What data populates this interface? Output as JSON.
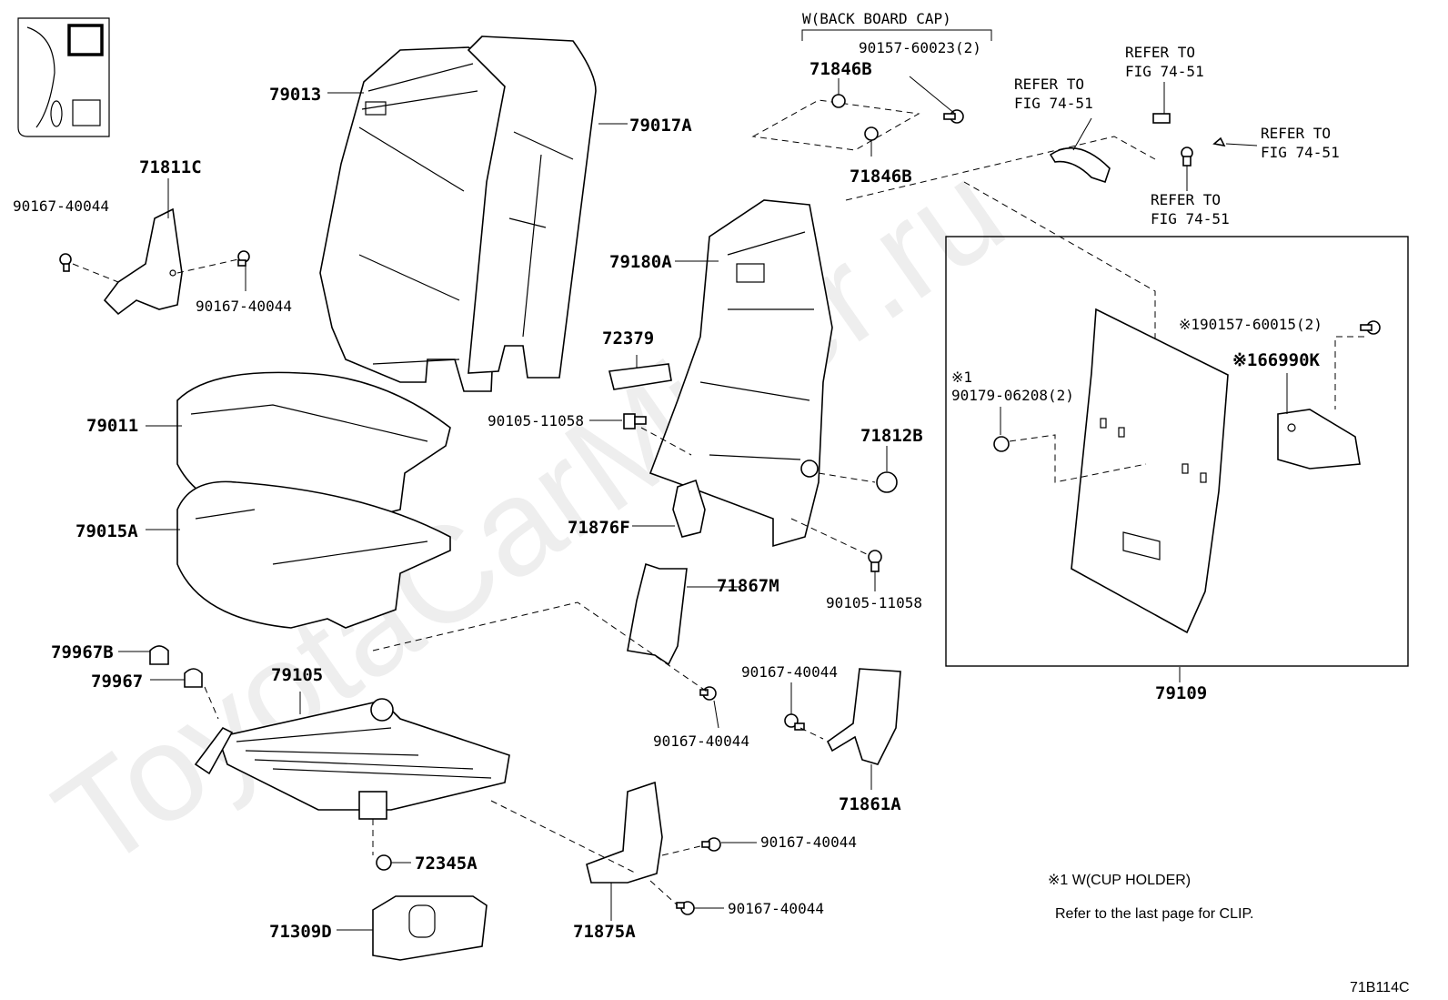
{
  "watermark": "ToyotaCarMiner.ru",
  "header_bracket_label": "W(BACK BOARD CAP)",
  "figure_code": "71B114C",
  "notes": {
    "cup_holder": "※1 W(CUP HOLDER)",
    "clip": "Refer to the last page for CLIP."
  },
  "labels": {
    "p79013": "79013",
    "p79017A": "79017A",
    "p71811C": "71811C",
    "p90167_tl": "90167-40044",
    "p90167_tr": "90167-40044",
    "p79011": "79011",
    "p79015A": "79015A",
    "p79967B": "79967B",
    "p79967": "79967",
    "p79105": "79105",
    "p72345A": "72345A",
    "p71309D": "71309D",
    "p90157_60023": "90157-60023(2)",
    "p71846B_a": "71846B",
    "p71846B_b": "71846B",
    "refer1": "REFER TO",
    "refer1b": "FIG 74-51",
    "refer2": "REFER TO",
    "refer2b": "FIG 74-51",
    "refer3": "REFER TO",
    "refer3b": "FIG 74-51",
    "refer4": "REFER TO",
    "refer4b": "FIG 74-51",
    "p79180A": "79180A",
    "p72379": "72379",
    "p90105_l": "90105-11058",
    "p71812B": "71812B",
    "p71876F": "71876F",
    "p90105_r": "90105-11058",
    "p71867M": "71867M",
    "p90167_mid": "90167-40044",
    "p90167_r": "90167-40044",
    "p71861A": "71861A",
    "p90167_b1": "90167-40044",
    "p90167_b2": "90167-40044",
    "p71875A": "71875A",
    "p90157_60015": "※190157-60015(2)",
    "p66990K": "※166990K",
    "p90179_note": "※1",
    "p90179": "90179-06208(2)",
    "p79109": "79109"
  }
}
